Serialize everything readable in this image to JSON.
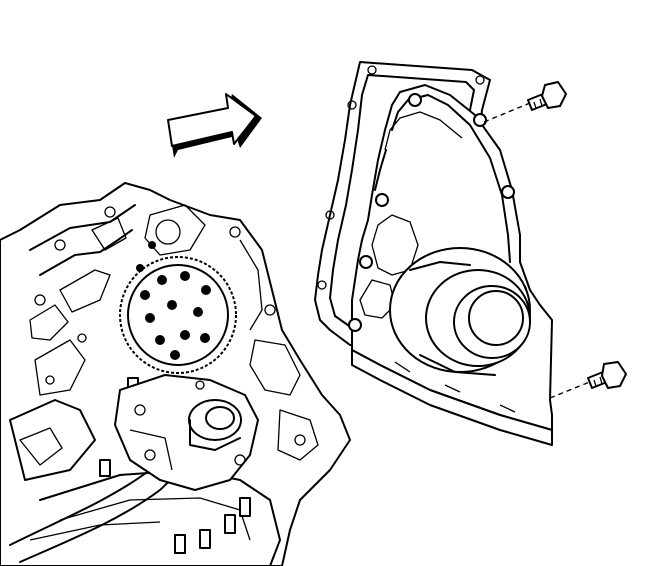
{
  "figure": {
    "background": "#ffffff",
    "line_color": "#000000",
    "components": [
      "engine-block",
      "timing-chain-sprocket",
      "oil-pump",
      "front-cover-gasket",
      "engine-front-cover",
      "crankshaft-seal",
      "cover-bolt",
      "direction-arrow"
    ]
  }
}
